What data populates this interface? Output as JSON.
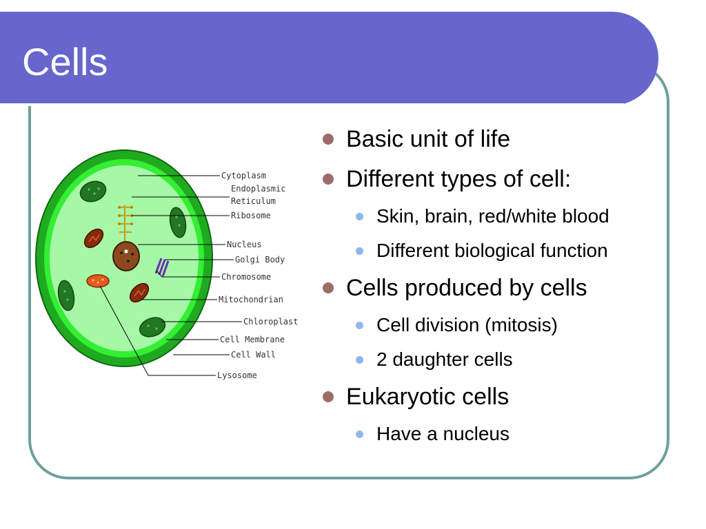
{
  "slide": {
    "title": "Cells"
  },
  "bullets": [
    {
      "text": "Basic unit of life",
      "children": []
    },
    {
      "text": "Different types of cell:",
      "children": [
        "Skin, brain, red/white blood",
        "Different biological function"
      ]
    },
    {
      "text": "Cells produced by cells",
      "children": [
        "Cell division (mitosis)",
        "2 daughter cells"
      ]
    },
    {
      "text": "Eukaryotic cells",
      "children": [
        "Have a nucleus"
      ]
    }
  ],
  "diagram": {
    "labels": {
      "cytoplasm": "Cytoplasm",
      "endoplasmic": "Endoplasmic",
      "reticulum": "Reticulum",
      "ribosome": "Ribosome",
      "nucleus": "Nucleus",
      "golgi": "Golgi Body",
      "chromosome": "Chromosome",
      "mitochondrian": "Mitochondrian",
      "chloroplast": "Chloroplast",
      "membrane": "Cell Membrane",
      "wall": "Cell Wall",
      "lysosome": "Lysosome"
    }
  },
  "colors": {
    "title_bar": "#6666cc",
    "frame_border": "#6f9f9c",
    "cell_wall": "#1faa1f",
    "membrane": "#33ee33",
    "cytoplasm": "#a6f7a6",
    "chloroplast": "#227722",
    "nucleus": "#8b4a1e",
    "mitochondrion": "#8a2a0a",
    "lysosome": "#e85a1a",
    "golgi": "#6a2fb0"
  }
}
